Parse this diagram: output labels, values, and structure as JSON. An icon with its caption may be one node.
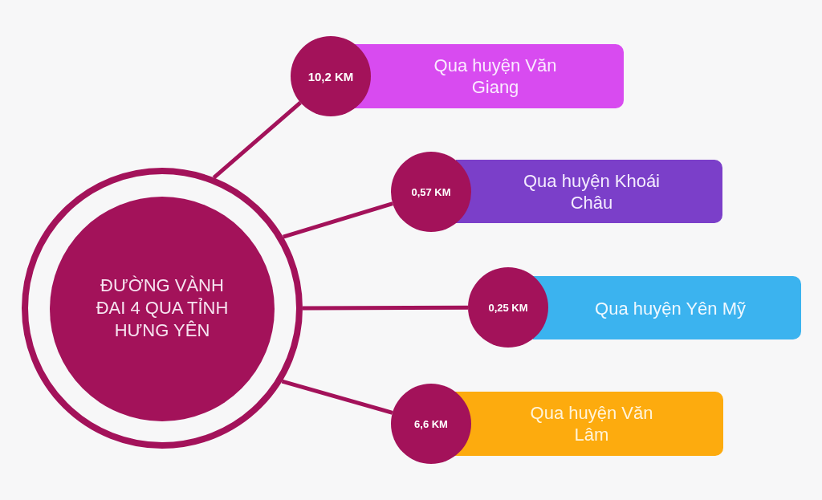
{
  "diagram": {
    "nodes": [
      {
        "text": [
          "ĐƯỜNG VÀNH ĐAI 4 QUA TỈNH HƯNG YÊN"
        ]
      },
      {
        "text": [
          "10,2 KM"
        ]
      },
      {
        "text": [
          "Qua huyện Văn Giang"
        ]
      },
      {
        "text": [
          "0,57 KM"
        ]
      },
      {
        "text": [
          "Qua huyện Khoái Châu"
        ]
      },
      {
        "text": [
          "0,25 KM"
        ]
      },
      {
        "text": [
          "Qua huyện Yên Mỹ"
        ]
      },
      {
        "text": [
          "6,6 KM"
        ]
      },
      {
        "text": [
          "Qua huyện Văn Lâm"
        ]
      }
    ],
    "edges": [
      {
        "from": 0,
        "to": 1,
        "arrow": "none"
      },
      {
        "from": 0,
        "to": 3,
        "arrow": "none"
      },
      {
        "from": 0,
        "to": 5,
        "arrow": "none"
      },
      {
        "from": 0,
        "to": 7,
        "arrow": "none"
      }
    ]
  }
}
